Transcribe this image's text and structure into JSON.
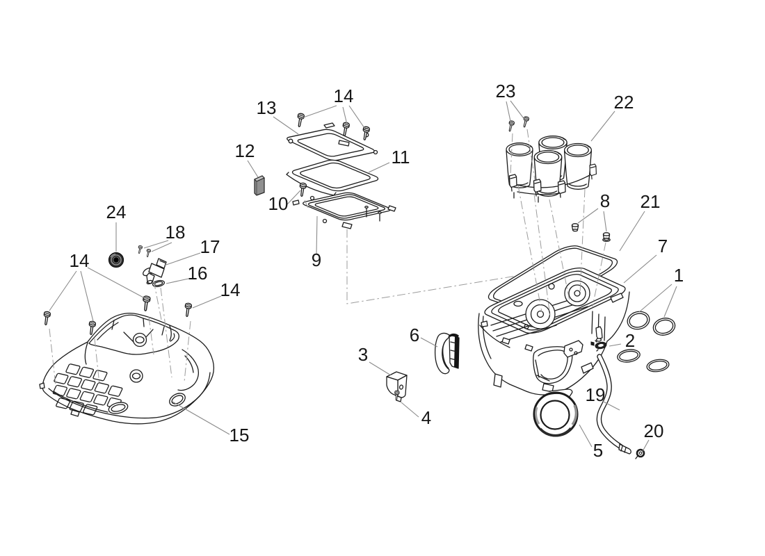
{
  "colors": {
    "background": "#ffffff",
    "part_line": "#1b1b1b",
    "leader_line": "#8a8a8a",
    "centerline": "#9b9b9b",
    "label_text": "#161616",
    "rubber_pad_fill": "#909090",
    "dark_fill": "#1e1e1e"
  },
  "callouts": {
    "k1": "1",
    "k2": "2",
    "k3": "3",
    "k4": "4",
    "k5": "5",
    "k6": "6",
    "k7": "7",
    "k8": "8",
    "k9": "9",
    "k10": "10",
    "k11": "11",
    "k12": "12",
    "k13": "13",
    "k14a": "14",
    "k14b": "14",
    "k14c": "14",
    "k15": "15",
    "k16": "16",
    "k17": "17",
    "k18": "18",
    "k19": "19",
    "k20": "20",
    "k21": "21",
    "k22": "22",
    "k23": "23",
    "k24": "24"
  }
}
